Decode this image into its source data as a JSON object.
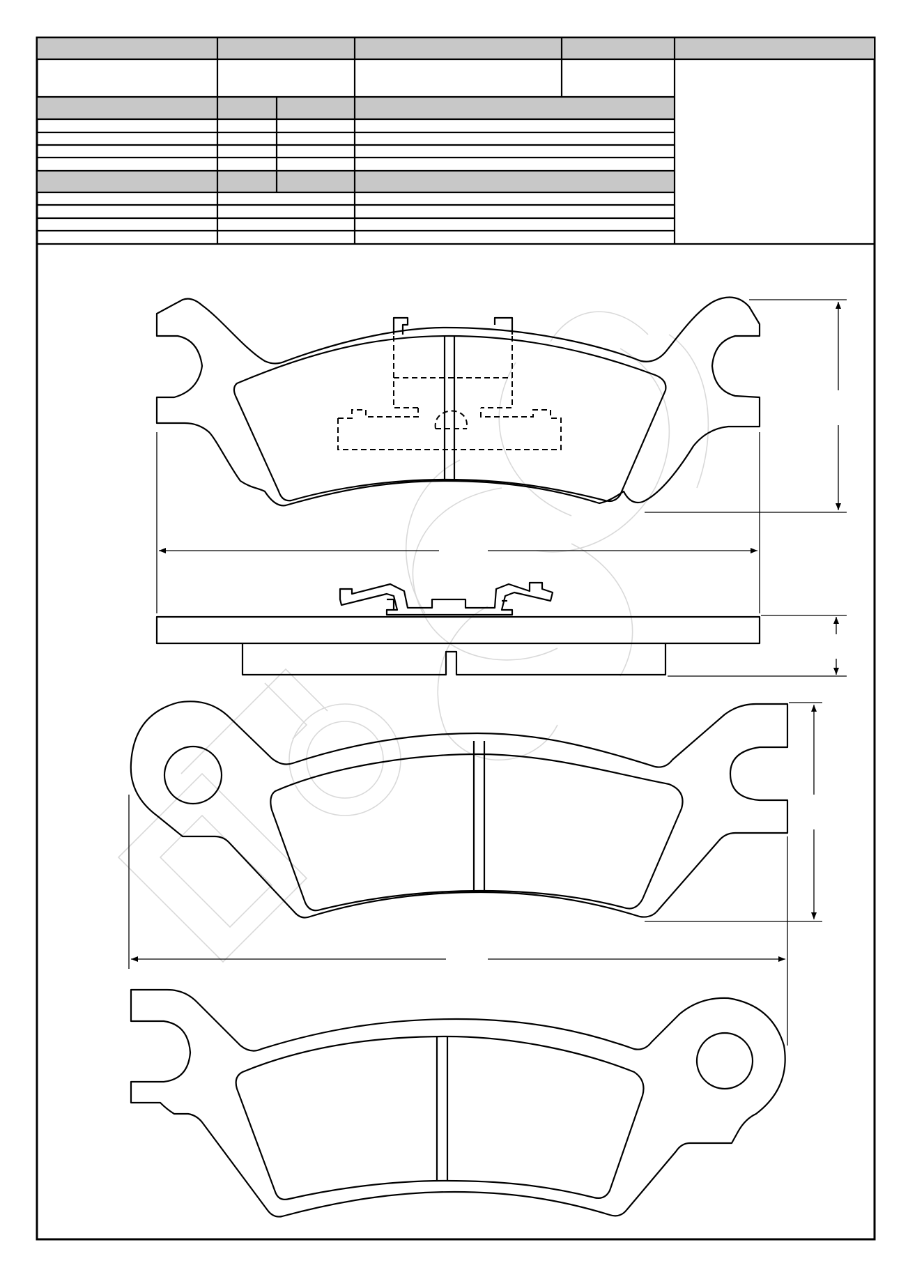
{
  "colors": {
    "line": "#000000",
    "header_fill": "#c8c8c8",
    "watermark": "#d9d9d9",
    "background": "#ffffff"
  },
  "title_block": {
    "header_row": [
      "",
      "",
      "",
      "",
      ""
    ],
    "info_row": [
      "",
      "",
      "",
      ""
    ],
    "section_1_header": [
      "",
      "",
      "",
      ""
    ],
    "section_1_rows": [
      [
        "",
        "",
        "",
        ""
      ],
      [
        "",
        "",
        "",
        ""
      ],
      [
        "",
        "",
        "",
        ""
      ],
      [
        "",
        "",
        "",
        ""
      ]
    ],
    "section_2_header": [
      "",
      "",
      "",
      ""
    ],
    "section_2_rows": [
      [
        "",
        "",
        ""
      ],
      [
        "",
        "",
        ""
      ],
      [
        "",
        "",
        ""
      ],
      [
        "",
        "",
        ""
      ]
    ],
    "side_panel": ""
  },
  "drawing": {
    "views": [
      "pad-with-clip-top-view",
      "pad-side-view",
      "pad-with-eye-top-view",
      "pad-with-eye-bottom-view"
    ],
    "dimensions": {
      "pad1_length": "",
      "pad1_height": "",
      "side_thickness": "",
      "pad2_length": "",
      "pad2_height": ""
    }
  }
}
